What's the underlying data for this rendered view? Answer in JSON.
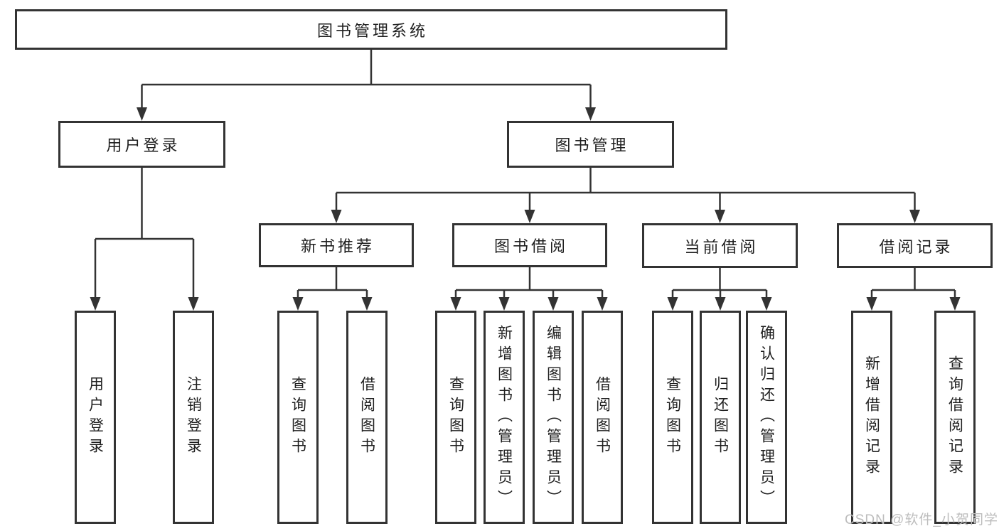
{
  "diagram": {
    "root": {
      "label": "图书管理系统"
    },
    "branches": [
      {
        "label": "用户登录",
        "leaves": [
          {
            "label": "用户登录"
          },
          {
            "label": "注销登录"
          }
        ]
      },
      {
        "label": "图书管理",
        "groups": [
          {
            "label": "新书推荐",
            "leaves": [
              {
                "label": "查询图书"
              },
              {
                "label": "借阅图书"
              }
            ]
          },
          {
            "label": "图书借阅",
            "leaves": [
              {
                "label": "查询图书"
              },
              {
                "label": "新增图书（管理员）"
              },
              {
                "label": "编辑图书（管理员）"
              },
              {
                "label": "借阅图书"
              }
            ]
          },
          {
            "label": "当前借阅",
            "leaves": [
              {
                "label": "查询图书"
              },
              {
                "label": "归还图书"
              },
              {
                "label": "确认归还（管理员）"
              }
            ]
          },
          {
            "label": "借阅记录",
            "leaves": [
              {
                "label": "新增借阅记录"
              },
              {
                "label": "查询借阅记录"
              }
            ]
          }
        ]
      }
    ]
  },
  "watermark": {
    "text": "CSDN @软件_小贺同学"
  },
  "colors": {
    "line": "#333333",
    "box_border": "#333333",
    "text": "#1f1f1f",
    "watermark": "#bdbdbd",
    "background": "#ffffff"
  }
}
